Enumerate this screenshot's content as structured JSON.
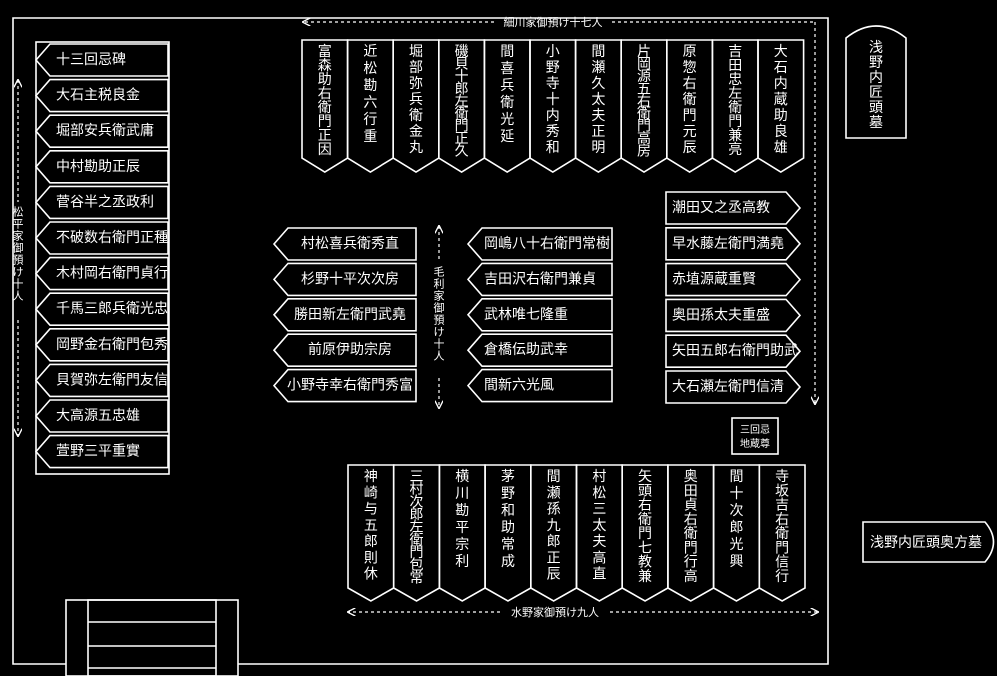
{
  "colors": {
    "background": "#000000",
    "line": "#ffffff"
  },
  "groups": {
    "hosokawa": "細川家御預け十七人",
    "matsudaira": "松平家御預け十人",
    "mori": "毛利家御預け十人",
    "mizuno": "水野家御預け九人"
  },
  "left_column": [
    "十三回忌碑",
    "大石主税良金",
    "堀部安兵衛武庸",
    "中村勘助正辰",
    "菅谷半之丞政利",
    "不破数右衛門正種",
    "木村岡右衛門貞行",
    "千馬三郎兵衛光忠",
    "岡野金右衛門包秀",
    "貝賀弥左衛門友信",
    "大高源五忠雄",
    "萱野三平重實"
  ],
  "top_row": [
    "富森助右衛門正因",
    "近松勘六行重",
    "堀部弥兵衛金丸",
    "磯貝十郎左衛門正久",
    "間喜兵衛光延",
    "小野寺十内秀和",
    "間瀬久太夫正明",
    "片岡源五右衛門高房",
    "原惣右衛門元辰",
    "吉田忠左衛門兼亮",
    "大石内蔵助良雄"
  ],
  "center_left": [
    "村松喜兵衛秀直",
    "杉野十平次次房",
    "勝田新左衛門武堯",
    "前原伊助宗房",
    "小野寺幸右衛門秀富"
  ],
  "center_right": [
    "岡嶋八十右衛門常樹",
    "吉田沢右衛門兼貞",
    "武林唯七隆重",
    "倉橋伝助武幸",
    "間新六光風"
  ],
  "right_column": [
    "潮田又之丞高教",
    "早水藤左衛門満堯",
    "赤埴源蔵重賢",
    "奥田孫太夫重盛",
    "矢田五郎右衛門助武",
    "大石瀬左衛門信清"
  ],
  "jizo": [
    "三回忌",
    "地蔵尊"
  ],
  "bottom_row": [
    "神崎与五郎則休",
    "三村次郎左衛門包常",
    "横川勘平宗利",
    "茅野和助常成",
    "間瀬孫九郎正辰",
    "村松三太夫高直",
    "矢頭右衛門七教兼",
    "奥田貞右衛門行高",
    "間十次郎光興",
    "寺坂吉右衛門信行"
  ],
  "external": {
    "asano_grave": "浅野内匠頭墓",
    "asano_wife_grave": "浅野内匠頭奥方墓"
  }
}
